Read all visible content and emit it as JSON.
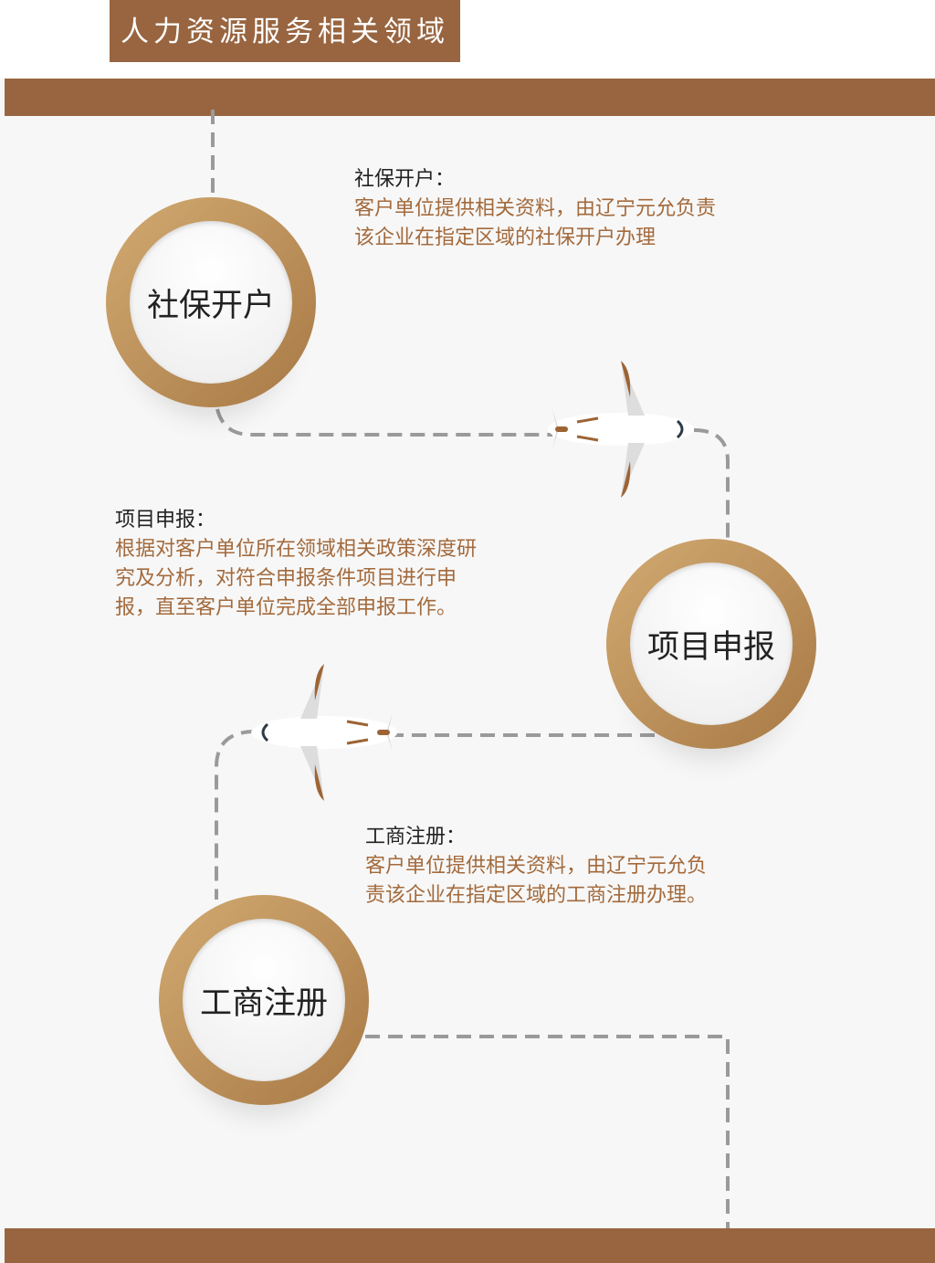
{
  "header": {
    "title": "人力资源服务相关领域"
  },
  "steps": [
    {
      "circle_label": "社保开户",
      "label": "社保开户：",
      "lines": [
        "客户单位提供相关资料，由辽宁元允负责",
        "该企业在指定区域的社保开户办理"
      ]
    },
    {
      "circle_label": "项目申报",
      "label": "项目申报：",
      "lines": [
        "根据对客户单位所在领域相关政策深度研",
        "究及分析，对符合申报条件项目进行申",
        "报，直至客户单位完成全部申报工作。"
      ]
    },
    {
      "circle_label": "工商注册",
      "label": "工商注册：",
      "lines": [
        "客户单位提供相关资料，由辽宁元允负",
        "责该企业在指定区域的工商注册办理。"
      ]
    }
  ],
  "colors": {
    "brand": "#986540",
    "text_accent": "#a36a3c",
    "dash": "#9a9a9a"
  }
}
